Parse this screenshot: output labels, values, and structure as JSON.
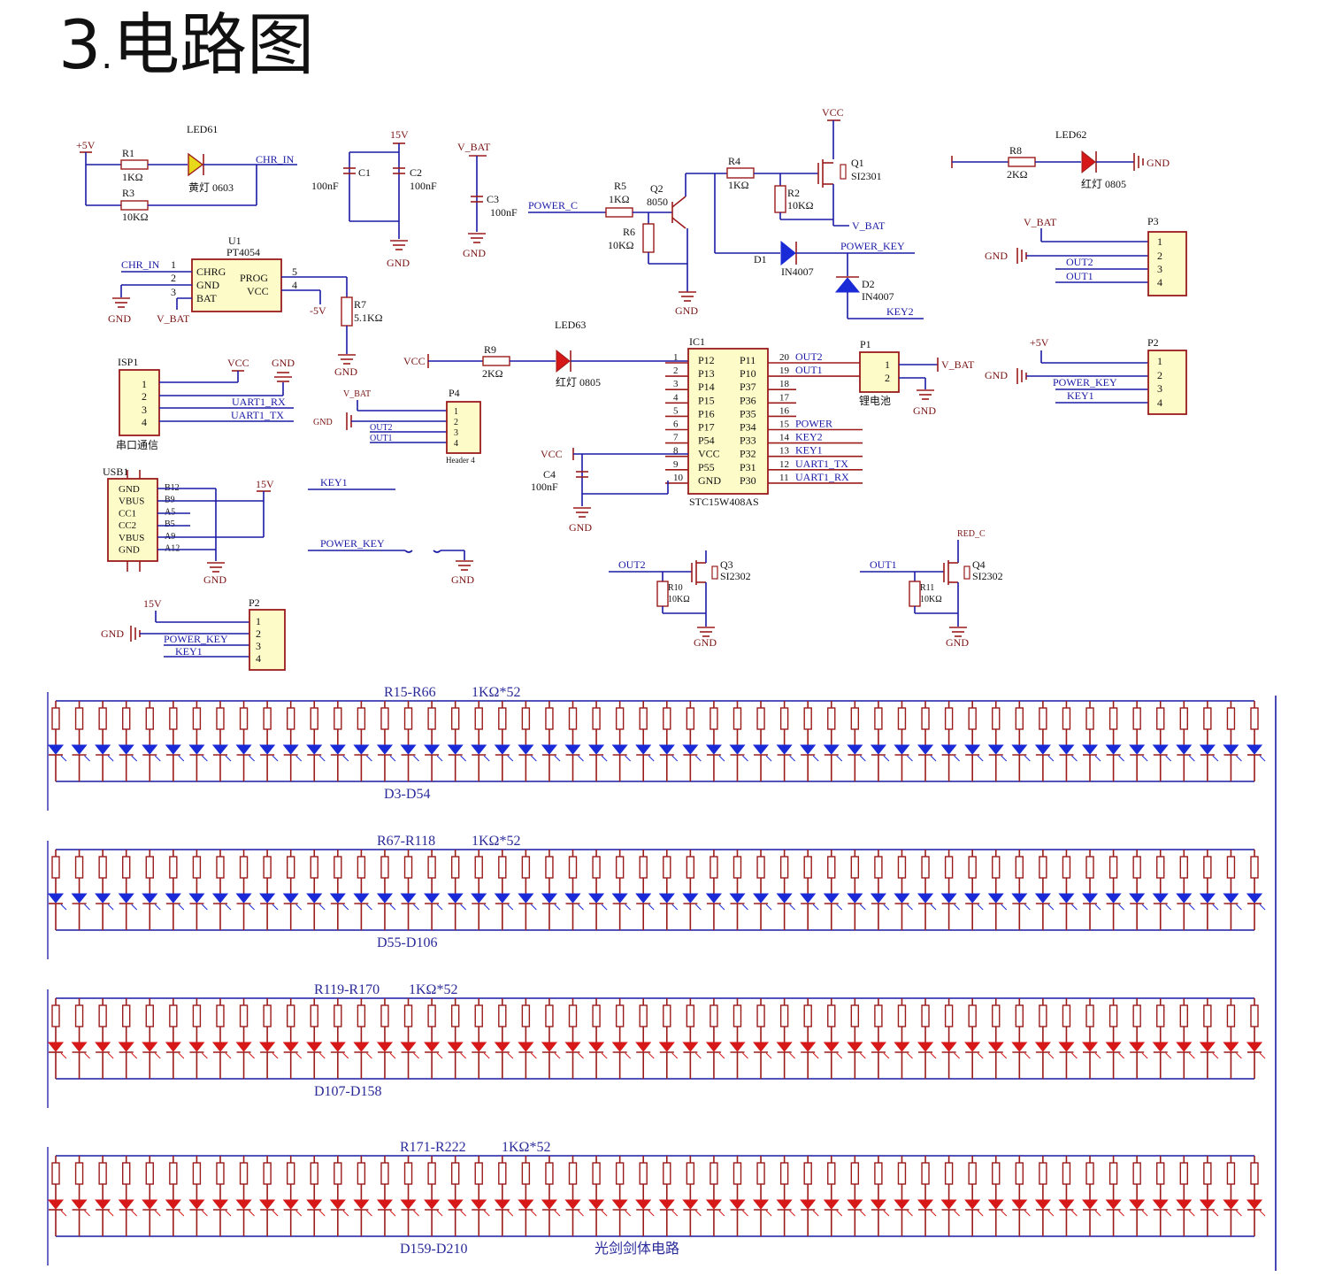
{
  "page_title": {
    "number": "3",
    "dot": ".",
    "text": "电路图"
  },
  "colors": {
    "wire": "#1a1aa6",
    "component": "#9b1b1b",
    "chip_body": "#fdfbc7",
    "led_yellow": "#e8d81a",
    "led_red": "#d61818",
    "led_blue": "#1a2ad6"
  },
  "labels": {
    "p5v": "+5V",
    "r1": "R1",
    "r1v": "1KΩ",
    "r3": "R3",
    "r3v": "10KΩ",
    "led61": "LED61",
    "led61v": "黄灯 0603",
    "chrin": "CHR_IN",
    "v15a": "15V",
    "c1": "C1",
    "c1v": "100nF",
    "c2": "C2",
    "c2v": "100nF",
    "gnd": "GND",
    "vbat": "V_BAT",
    "c3": "C3",
    "c3v": "100nF",
    "powerc": "POWER_C",
    "r5": "R5",
    "r5v": "1KΩ",
    "q2": "Q2",
    "q2v": "8050",
    "r6": "R6",
    "r6v": "10KΩ",
    "r4": "R4",
    "r4v": "1KΩ",
    "vcc": "VCC",
    "q1": "Q1",
    "q1v": "SI2301",
    "r2": "R2",
    "r2v": "10KΩ",
    "d1": "D1",
    "d1v": "IN4007",
    "d2": "D2",
    "d2v": "IN4007",
    "powerkey": "POWER_KEY",
    "key2": "KEY2",
    "r8": "R8",
    "r8v": "2KΩ",
    "led62": "LED62",
    "led62v": "红灯 0805",
    "p3": "P3",
    "out2": "OUT2",
    "out1": "OUT1",
    "u1": "U1",
    "u1v": "PT4054",
    "chrg": "CHRG",
    "bat": "BAT",
    "prog": "PROG",
    "m5v": "-5V",
    "r7": "R7",
    "r7v": "5.1KΩ",
    "isp1": "ISP1",
    "isp_caption": "串口通信",
    "uart1rx": "UART1_RX",
    "uart1tx": "UART1_TX",
    "p4": "P4",
    "header4": "Header 4",
    "r9": "R9",
    "r9v": "2KΩ",
    "led63": "LED63",
    "led63v": "红灯 0805",
    "ic1": "IC1",
    "ic1v": "STC15W408AS",
    "c4": "C4",
    "c4v": "100nF",
    "p1": "P1",
    "p1_caption": "锂电池",
    "p2": "P2",
    "key1": "KEY1",
    "usb1": "USB1",
    "power": "POWER",
    "q3": "Q3",
    "q3v": "SI2302",
    "r10": "R10",
    "r10v": "10KΩ",
    "redc": "RED_C",
    "q4": "Q4",
    "q4v": "SI2302",
    "r11": "R11",
    "r11v": "10KΩ",
    "pin1": "1",
    "pin2": "2",
    "pin3": "3",
    "pin4": "4",
    "pin5": "5"
  },
  "ic1_pins_left": [
    {
      "num": "1",
      "name": "P12"
    },
    {
      "num": "2",
      "name": "P13"
    },
    {
      "num": "3",
      "name": "P14"
    },
    {
      "num": "4",
      "name": "P15"
    },
    {
      "num": "5",
      "name": "P16"
    },
    {
      "num": "6",
      "name": "P17"
    },
    {
      "num": "7",
      "name": "P54"
    },
    {
      "num": "8",
      "name": "VCC"
    },
    {
      "num": "9",
      "name": "P55"
    },
    {
      "num": "10",
      "name": "GND"
    }
  ],
  "ic1_pins_right": [
    {
      "num": "20",
      "name": "P11",
      "net": "OUT2"
    },
    {
      "num": "19",
      "name": "P10",
      "net": "OUT1"
    },
    {
      "num": "18",
      "name": "P37",
      "net": ""
    },
    {
      "num": "17",
      "name": "P36",
      "net": ""
    },
    {
      "num": "16",
      "name": "P35",
      "net": ""
    },
    {
      "num": "15",
      "name": "P34",
      "net": "POWER"
    },
    {
      "num": "14",
      "name": "P33",
      "net": "KEY2"
    },
    {
      "num": "13",
      "name": "P32",
      "net": "KEY1"
    },
    {
      "num": "12",
      "name": "P31",
      "net": "UART1_TX"
    },
    {
      "num": "11",
      "name": "P30",
      "net": "UART1_RX"
    }
  ],
  "usb_pins": [
    {
      "name": "GND",
      "pin": "B12"
    },
    {
      "name": "VBUS",
      "pin": "B9"
    },
    {
      "name": "CC1",
      "pin": "A5"
    },
    {
      "name": "CC2",
      "pin": "B5"
    },
    {
      "name": "VBUS",
      "pin": "A9"
    },
    {
      "name": "GND",
      "pin": "A12"
    }
  ],
  "led_arrays": [
    {
      "res_label": "R15-R66",
      "value": "1KΩ*52",
      "diode_label": "D3-D54",
      "led_color": "#1a2ad6",
      "count": 52
    },
    {
      "res_label": "R67-R118",
      "value": "1KΩ*52",
      "diode_label": "D55-D106",
      "led_color": "#1a2ad6",
      "count": 52
    },
    {
      "res_label": "R119-R170",
      "value": "1KΩ*52",
      "diode_label": "D107-D158",
      "led_color": "#d61818",
      "count": 52
    },
    {
      "res_label": "R171-R222",
      "value": "1KΩ*52",
      "diode_label": "D159-D210",
      "led_color": "#d61818",
      "count": 52
    }
  ],
  "footer_caption": "光剑剑体电路"
}
